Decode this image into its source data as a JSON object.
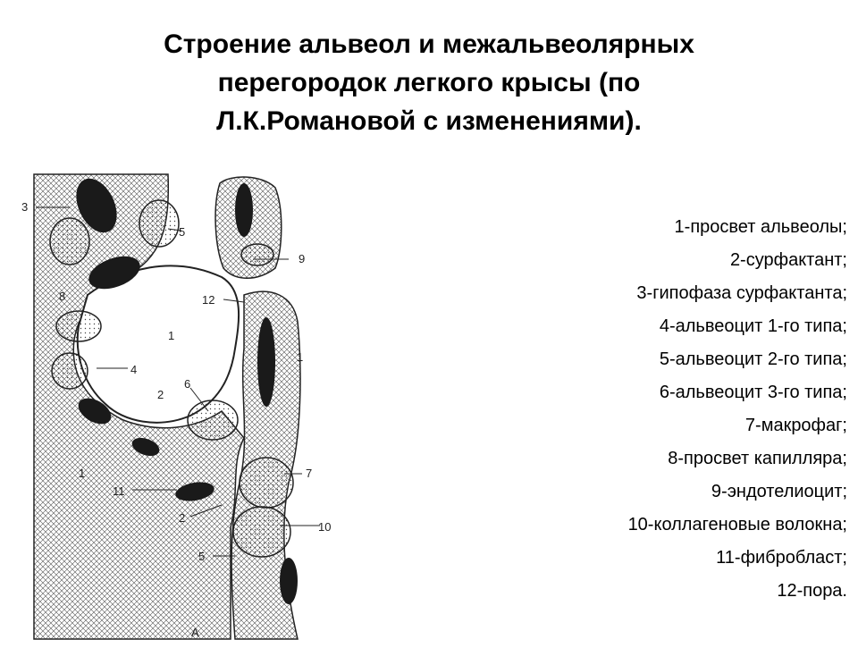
{
  "slide": {
    "title_lines": [
      "Строение альвеол и межальвеолярных",
      "перегородок легкого крысы (по",
      "Л.К.Романовой с изменениями)."
    ]
  },
  "figure": {
    "labels": {
      "l1_top": "1",
      "l1_right": "1",
      "l1_bottom": "1",
      "l2_mid": "2",
      "l2_bottom": "2",
      "l3": "3",
      "l4": "4",
      "l5_top": "5",
      "l5_bottom": "5",
      "l6": "6",
      "l7": "7",
      "l8": "8",
      "l9": "9",
      "l10": "10",
      "l11": "11",
      "l12": "12",
      "caption": "А"
    }
  },
  "legend": {
    "items": [
      "1-просвет альвеолы;",
      "2-сурфактант;",
      "3-гипофаза сурфактанта;",
      "4-альвеоцит 1-го типа;",
      "5-альвеоцит 2-го типа;",
      "6-альвеоцит 3-го типа;",
      "7-макрофаг;",
      "8-просвет капилляра;",
      "9-эндотелиоцит;",
      "10-коллагеновые волокна;",
      "11-фибробласт;",
      "12-пора."
    ]
  }
}
